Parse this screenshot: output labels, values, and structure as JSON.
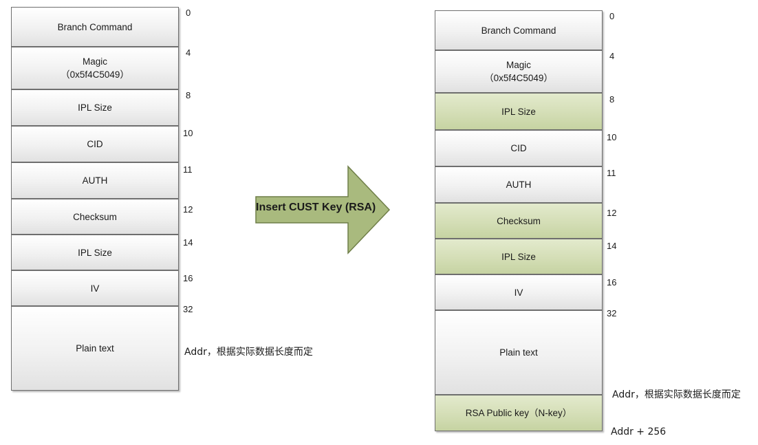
{
  "left_layout": {
    "blocks": [
      {
        "label": "Branch Command"
      },
      {
        "label": "Magic",
        "sublabel": "（0x5f4C5049）"
      },
      {
        "label": "IPL Size"
      },
      {
        "label": "CID"
      },
      {
        "label": "AUTH"
      },
      {
        "label": "Checksum"
      },
      {
        "label": "IPL Size"
      },
      {
        "label": "IV"
      },
      {
        "label": "Plain text"
      }
    ],
    "offsets": [
      "0",
      "4",
      "8",
      "10",
      "11",
      "12",
      "14",
      "16",
      "32"
    ],
    "end_note": "Addr，根据实际数据长度而定"
  },
  "transform_arrow": {
    "label": "Insert CUST Key (RSA)",
    "color": "#a9ba7e"
  },
  "right_layout": {
    "blocks": [
      {
        "label": "Branch Command",
        "highlighted": false
      },
      {
        "label": "Magic",
        "sublabel": "（0x5f4C5049）",
        "highlighted": false
      },
      {
        "label": "IPL Size",
        "highlighted": true
      },
      {
        "label": "CID",
        "highlighted": false
      },
      {
        "label": "AUTH",
        "highlighted": false
      },
      {
        "label": "Checksum",
        "highlighted": true
      },
      {
        "label": "IPL Size",
        "highlighted": true
      },
      {
        "label": "IV",
        "highlighted": false
      },
      {
        "label": "Plain text",
        "highlighted": false
      },
      {
        "label": "RSA Public key（N-key）",
        "highlighted": true
      }
    ],
    "offsets": [
      "0",
      "4",
      "8",
      "10",
      "11",
      "12",
      "14",
      "16",
      "32"
    ],
    "addr_note": "Addr，根据实际数据长度而定",
    "end_note": "Addr + 256"
  },
  "colors": {
    "highlight": "#d4deb6",
    "block": "#f1f1f1",
    "border": "#6e6e6e"
  }
}
